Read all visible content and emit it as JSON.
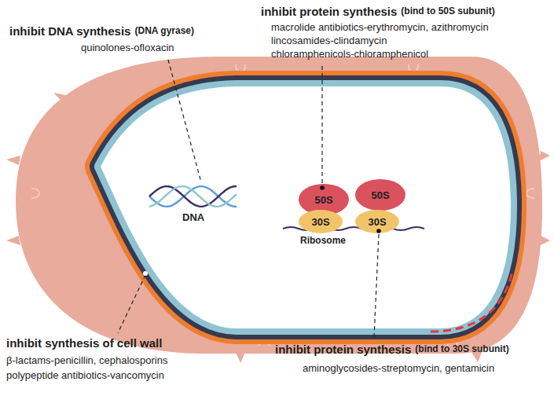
{
  "diagram": {
    "nodes": [
      {
        "text": [
          "50S"
        ]
      },
      {
        "text": [
          "30S"
        ]
      },
      {
        "text": [
          "50S"
        ]
      },
      {
        "text": [
          "30S"
        ]
      }
    ],
    "labels": [
      "inhibit protein synthesis",
      "(bind to 50S subunit)",
      "macrolide antibiotics-erythromycin, azithromycin",
      "lincosamides-clindamycin",
      "chloramphenicols-chloramphenicol",
      "inhibit DNA synthesis",
      "(DNA gyrase)",
      "quinolones-ofloxacin",
      "DNA",
      "Ribosome",
      "inhibit synthesis of cell wall",
      "β-lactams-penicillin, cephalosporins",
      "polypeptide antibiotics-vancomycin",
      "inhibit protein synthesis",
      "(bind to 30S subunit)",
      "aminoglycosides-streptomycin, gentamicin"
    ]
  }
}
